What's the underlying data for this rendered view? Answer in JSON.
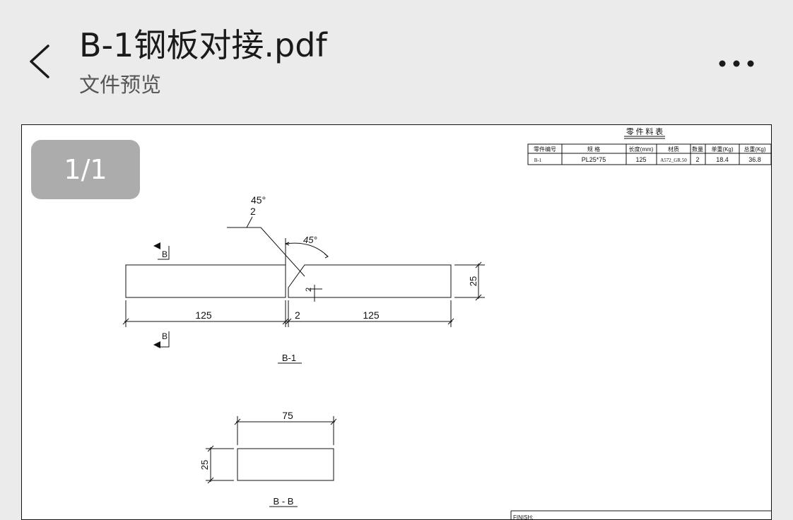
{
  "header": {
    "title": "B-1钢板对接.pdf",
    "subtitle": "文件预览"
  },
  "viewer": {
    "page_indicator": "1/1"
  },
  "parts_table": {
    "title": "零 件 料 表",
    "headers": [
      "零件编号",
      "规 格",
      "长度(mm)",
      "材质",
      "数量",
      "单重(Kg)",
      "总重(Kg)"
    ],
    "rows": [
      [
        "B-1",
        "PL25*75",
        "125",
        "A572_GR.50",
        "2",
        "18.4",
        "36.8"
      ]
    ]
  },
  "drawing": {
    "weld_angle_top": "45°",
    "weld_size": "2",
    "groove_angle": "45°",
    "gap": "2",
    "thickness": "25",
    "left_length": "125",
    "right_length": "125",
    "gap_dim": "2",
    "section_mark_top": "B",
    "section_mark_bottom": "B",
    "main_view_label": "B-1",
    "section_width": "75",
    "section_thickness": "25",
    "section_view_label": "B - B"
  },
  "title_block": {
    "finish_label": "FINISH:"
  },
  "colors": {
    "header_bg": "#ebebeb",
    "page_bg": "#ffffff",
    "line": "#111111",
    "badge_bg": "#8c8c8c"
  },
  "icons": {
    "back": "chevron-left-icon",
    "more": "more-horizontal-icon"
  }
}
